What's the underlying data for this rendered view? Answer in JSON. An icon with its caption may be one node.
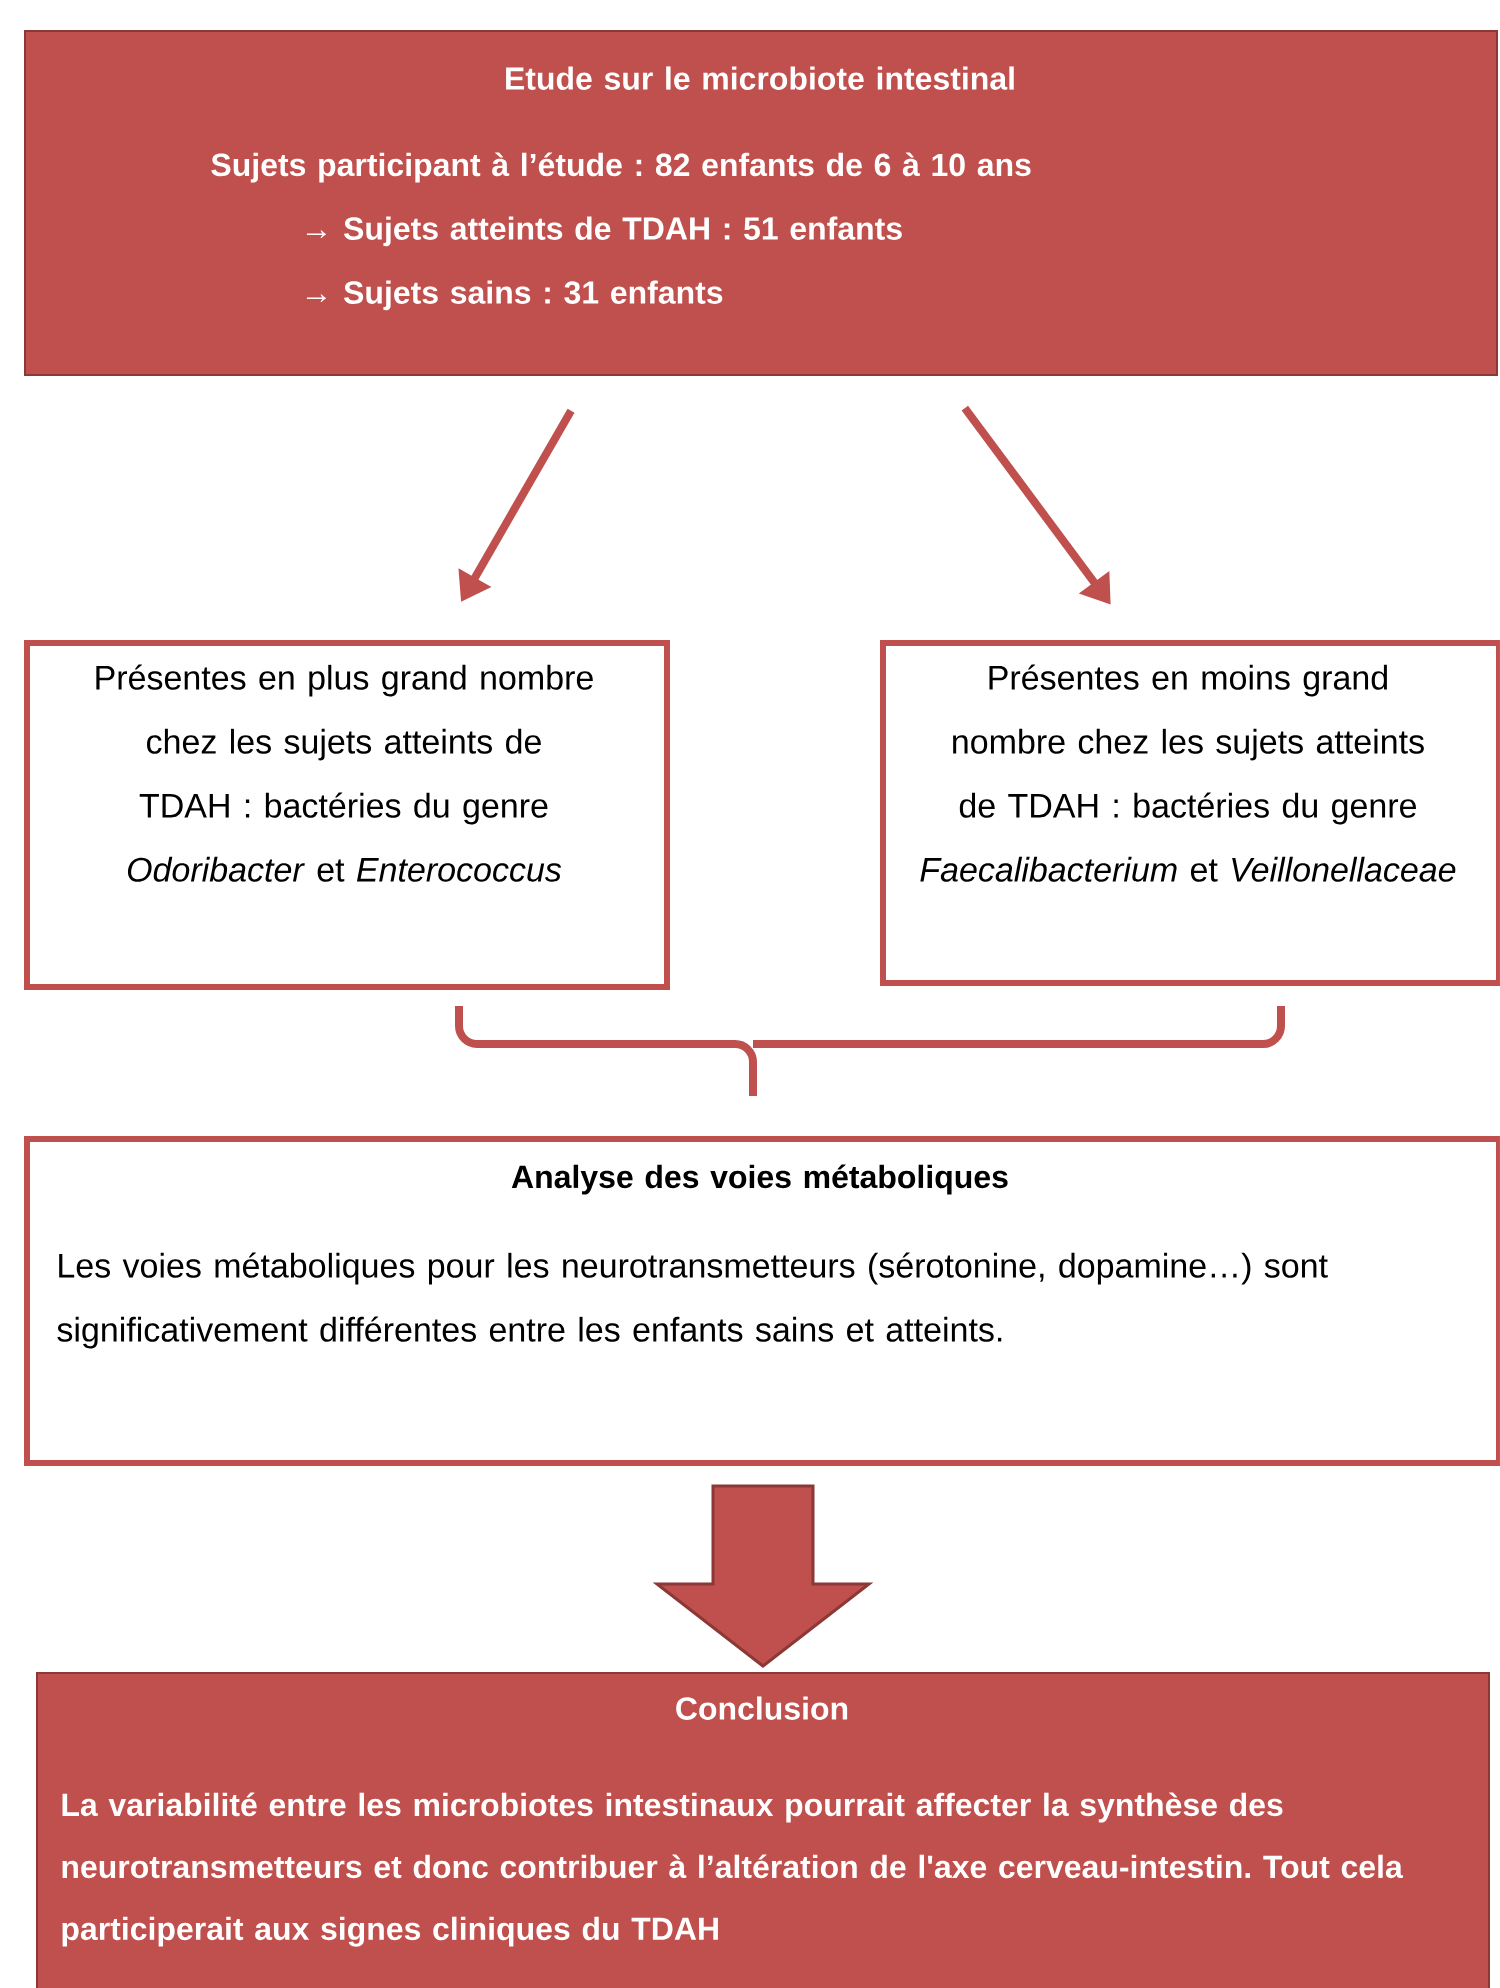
{
  "diagram": {
    "nodes": [
      {
        "text": [
          "Etude sur le microbiote intestinal",
          "Sujets participant à l’étude : 82 enfants de 6 à 10 ans",
          "→ Sujets atteints de TDAH : 51 enfants",
          "→ Sujets sains : 31 enfants"
        ]
      },
      {
        "text": [
          "Présentes en plus grand nombre chez les sujets atteints de TDAH : bactéries du genre *Odoribacter* et *Enterococcus*"
        ]
      },
      {
        "text": [
          "Présentes en moins grand nombre chez les sujets atteints de TDAH : bactéries du genre *Faecalibacterium* et *Veillonellaceae*"
        ]
      },
      {
        "text": [
          "Analyse des voies métaboliques",
          "Les voies métaboliques pour les neurotransmetteurs (sérotonine, dopamine…) sont significativement différentes entre les enfants sains et atteints."
        ]
      },
      {
        "text": [
          "Conclusion",
          "La variabilité entre les microbiotes intestinaux pourrait affecter la synthèse des neurotransmetteurs et donc contribuer à l’altération de l'axe cerveau-intestin. Tout cela participerait aux signes cliniques du TDAH"
        ]
      }
    ],
    "edges": [
      {
        "from": 0,
        "to": 1,
        "arrow": "to"
      },
      {
        "from": 0,
        "to": 2,
        "arrow": "to"
      },
      {
        "from": 1,
        "to": 3,
        "arrow": "none"
      },
      {
        "from": 2,
        "to": 3,
        "arrow": "none"
      },
      {
        "from": 3,
        "to": 4,
        "arrow": "to",
        "style": "thick"
      }
    ]
  }
}
